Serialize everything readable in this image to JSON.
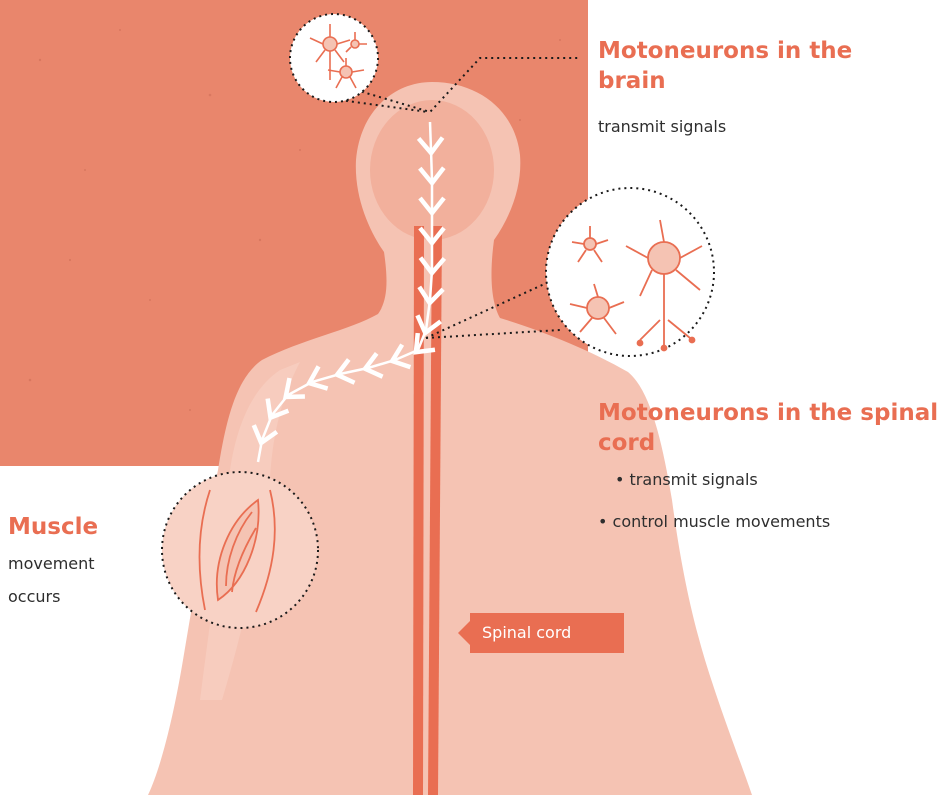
{
  "labels": {
    "brain_title": "Motoneurons in the brain",
    "brain_desc": "transmit signals",
    "spinal_title": "Motoneurons in the spinal cord",
    "spinal_bullets": [
      "transmit signals",
      "control muscle movements"
    ],
    "muscle_title": "Muscle",
    "muscle_lines": [
      "movement",
      "occurs"
    ],
    "spinal_cord_tag": "Spinal cord"
  },
  "colors": {
    "accent": "#e96e52",
    "background_block": "#e9866c",
    "body_skin": "#f5c3b3",
    "head_inner": "#f2b09c",
    "text": "#2e2e2e"
  },
  "icons": [
    "neuron-icon",
    "muscle-fiber-icon"
  ]
}
